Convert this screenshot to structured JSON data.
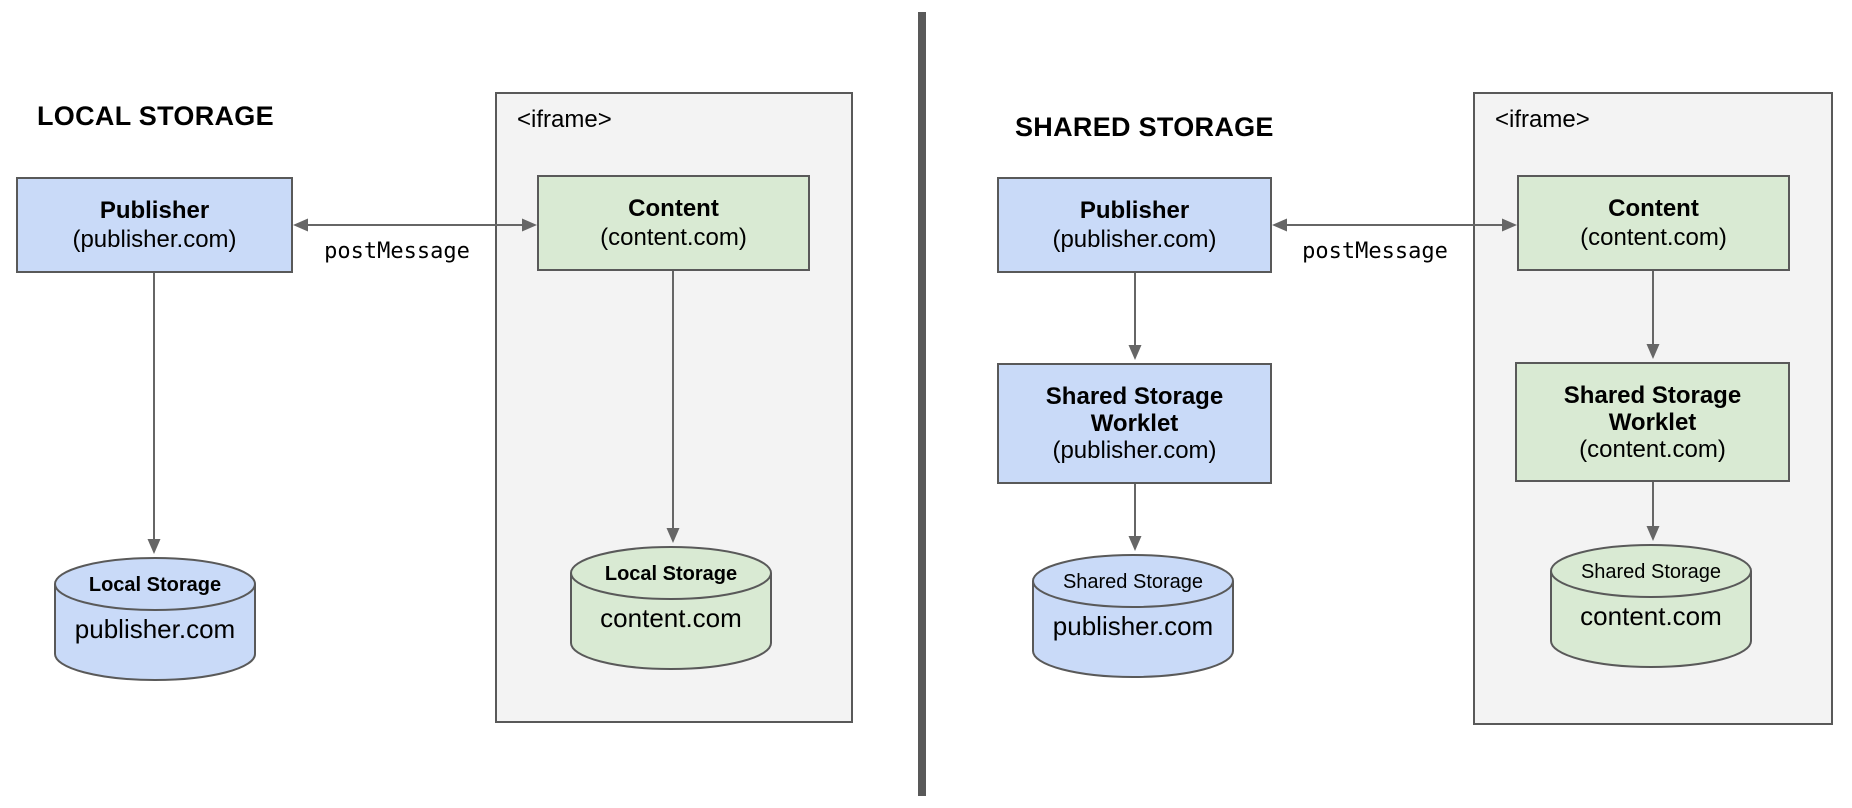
{
  "left_panel": {
    "title": "LOCAL STORAGE",
    "publisher_box": {
      "name": "Publisher",
      "domain": "(publisher.com)"
    },
    "iframe_label": "<iframe>",
    "content_box": {
      "name": "Content",
      "domain": "(content.com)"
    },
    "post_message_label": "postMessage",
    "publisher_storage_cylinder": {
      "label": "Local Storage",
      "domain": "publisher.com"
    },
    "content_storage_cylinder": {
      "label": "Local Storage",
      "domain": "content.com"
    }
  },
  "right_panel": {
    "title": "SHARED STORAGE",
    "publisher_box": {
      "name": "Publisher",
      "domain": "(publisher.com)"
    },
    "iframe_label": "<iframe>",
    "content_box": {
      "name": "Content",
      "domain": "(content.com)"
    },
    "post_message_label": "postMessage",
    "publisher_worklet_box": {
      "name": "Shared Storage Worklet",
      "domain": "(publisher.com)"
    },
    "content_worklet_box": {
      "name": "Shared Storage Worklet",
      "domain": "(content.com)"
    },
    "publisher_storage_cylinder": {
      "label": "Shared Storage",
      "domain": "publisher.com"
    },
    "content_storage_cylinder": {
      "label": "Shared Storage",
      "domain": "content.com"
    }
  },
  "colors": {
    "publisher_fill": "#c9daf8",
    "content_fill": "#d9ead3",
    "iframe_fill": "#f3f3f3",
    "box_border": "#595959",
    "arrow": "#666666",
    "divider": "#595959",
    "text": "#000000"
  }
}
